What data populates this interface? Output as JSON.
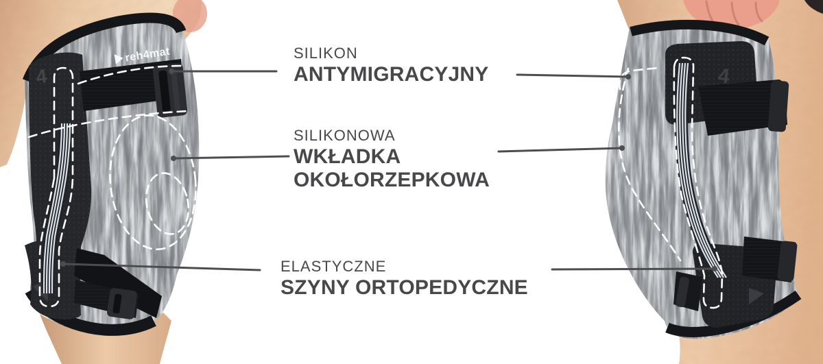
{
  "brand": {
    "logo": "reh4mat",
    "emblem": "4"
  },
  "callouts": [
    {
      "eyebrow": "SILIKON",
      "title": "ANTYMIGRACYJNY"
    },
    {
      "eyebrow": "SILIKONOWA",
      "title": "WKŁADKA OKOŁORZEPKOWA"
    },
    {
      "eyebrow": "ELASTYCZNE",
      "title": "SZYNY ORTOPEDYCZNE"
    }
  ],
  "colors": {
    "background": "#ffffff",
    "label_text": "#48484b",
    "leader_line": "#4d4d50",
    "marking_dash": "#ffffff",
    "fabric_base": "#909396",
    "neoprene_black": "#17181b",
    "skin": "#e7c1a2"
  }
}
